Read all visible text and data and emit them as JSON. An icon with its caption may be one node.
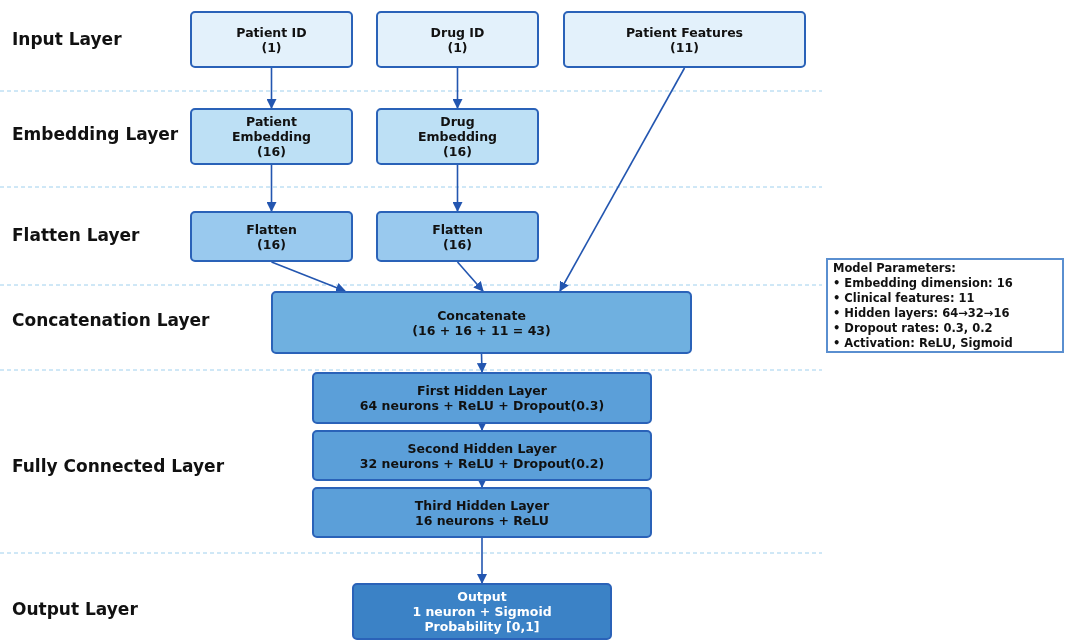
{
  "diagram": {
    "nodes": [
      {
        "text": [
          "Patient ID",
          "(1)"
        ]
      },
      {
        "text": [
          "Drug ID",
          "(1)"
        ]
      },
      {
        "text": [
          "Patient Features",
          "(11)"
        ]
      },
      {
        "text": [
          "Patient Embedding",
          "(16)"
        ]
      },
      {
        "text": [
          "Drug Embedding",
          "(16)"
        ]
      },
      {
        "text": [
          "Flatten",
          "(16)"
        ]
      },
      {
        "text": [
          "Flatten",
          "(16)"
        ]
      },
      {
        "text": [
          "Concatenate",
          "(16 + 16 + 11 = 43)"
        ]
      },
      {
        "text": [
          "First Hidden Layer",
          "64 neurons + ReLU + Dropout(0.3)"
        ]
      },
      {
        "text": [
          "Second Hidden Layer",
          "32 neurons + ReLU + Dropout(0.2)"
        ]
      },
      {
        "text": [
          "Third Hidden Layer",
          "16 neurons + ReLU"
        ]
      },
      {
        "text": [
          "Output",
          "1 neuron + Sigmoid",
          "Probability [0,1]"
        ]
      },
      {
        "text": [
          "Model Parameters:",
          "• Embedding dimension: 16",
          "• Clinical features: 11",
          "• Hidden layers: 64→32→16",
          "• Dropout rates: 0.3, 0.2",
          "• Activation: ReLU, Sigmoid"
        ]
      }
    ],
    "edges": [
      {
        "from": 0,
        "to": 3,
        "arrow": "to"
      },
      {
        "from": 1,
        "to": 4,
        "arrow": "to"
      },
      {
        "from": 3,
        "to": 5,
        "arrow": "to"
      },
      {
        "from": 4,
        "to": 6,
        "arrow": "to"
      },
      {
        "from": 5,
        "to": 7,
        "arrow": "to"
      },
      {
        "from": 6,
        "to": 7,
        "arrow": "to"
      },
      {
        "from": 2,
        "to": 7,
        "arrow": "to"
      },
      {
        "from": 7,
        "to": 8,
        "arrow": "to"
      },
      {
        "from": 8,
        "to": 9,
        "arrow": "to"
      },
      {
        "from": 9,
        "to": 10,
        "arrow": "to"
      },
      {
        "from": 10,
        "to": 11,
        "arrow": "to"
      }
    ],
    "labels": [
      "Input Layer",
      "Embedding Layer",
      "Flatten Layer",
      "Concatenation Layer",
      "Fully Connected Layer",
      "Output Layer"
    ]
  }
}
